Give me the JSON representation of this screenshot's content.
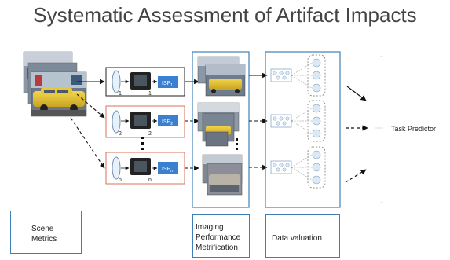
{
  "title": "Systematic Assessment of Artifact Impacts",
  "pipelines": [
    {
      "lens_index": "1",
      "sensor_index": "1",
      "isp_label": "ISP",
      "isp_sub": "1"
    },
    {
      "lens_index": "2",
      "sensor_index": "2",
      "isp_label": "ISP",
      "isp_sub": "2"
    },
    {
      "lens_index": "n",
      "sensor_index": "n",
      "isp_label": "ISP",
      "isp_sub": "n"
    }
  ],
  "task_predictor_label": "Task Predictor",
  "captions": {
    "scene_metrics_line1": "Scene",
    "scene_metrics_line2": "Metrics",
    "imaging_line1": "Imaging",
    "imaging_line2": "Performance",
    "imaging_line3": "Metrification",
    "data_valuation": "Data valuation"
  },
  "colors": {
    "section_border": "#3f7fb8",
    "pipeline_border": "#d9715a",
    "isp_fill": "#3a7fd0",
    "node_fill": "#dde8f5",
    "node_stroke": "#7a9cc4",
    "arrow": "#111111"
  }
}
